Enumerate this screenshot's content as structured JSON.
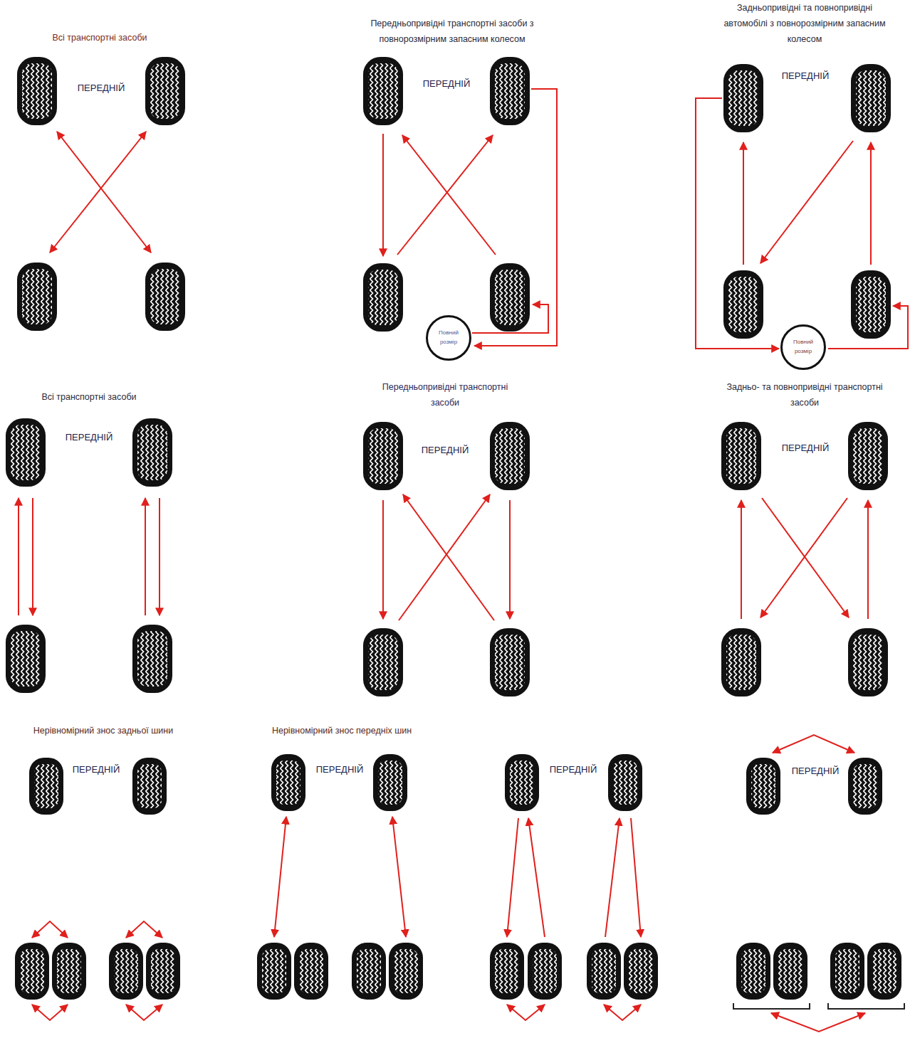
{
  "diagram": {
    "nodes": [
      {
        "text": [
          "Повний розмір"
        ]
      },
      {
        "text": [
          "Повний розмір"
        ]
      }
    ],
    "labels": [
      "Всі транспортні засоби",
      "ПЕРЕДНІЙ",
      "Передньопривідні транспортні засоби з повнорозмірним запасним колесом",
      "ПЕРЕДНІЙ",
      "Задньопривідні та повнопривідні автомобілі з повнорозмірним запасним колесом",
      "ПЕРЕДНІЙ",
      "Всі транспортні засоби",
      "ПЕРЕДНІЙ",
      "Передньопривідні транспортні засоби",
      "ПЕРЕДНІЙ",
      "Задньо- та повнопривідні транспортні засоби",
      "ПЕРЕДНІЙ",
      "Нерівномірний знос задньої шини",
      "ПЕРЕДНІЙ",
      "Нерівномірний знос передніх шин",
      "ПЕРЕДНІЙ",
      "ПЕРЕДНІЙ",
      "ПЕРЕДНІЙ"
    ]
  }
}
